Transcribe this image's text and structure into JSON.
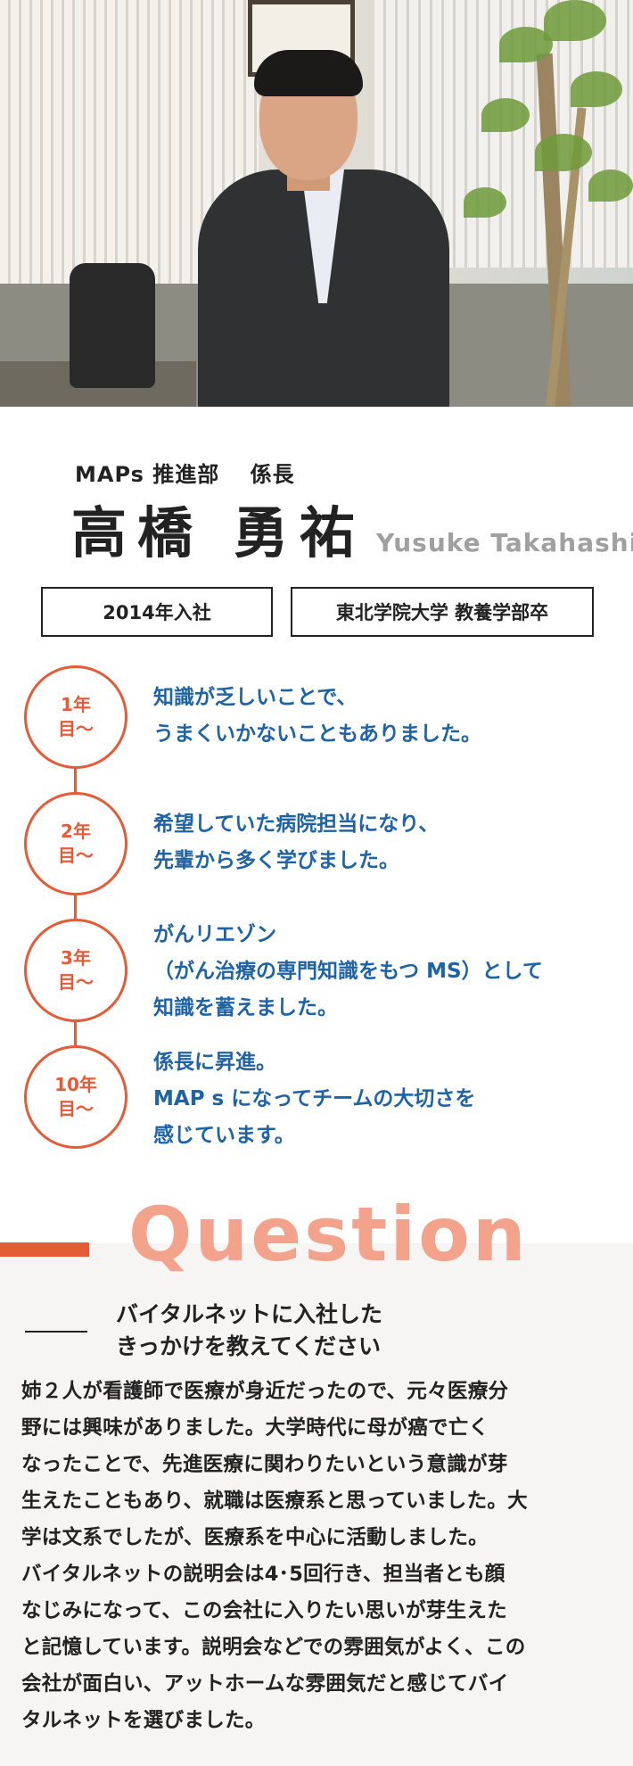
{
  "profile": {
    "department": "MAPs 推進部　 係長",
    "name": "高橋 勇祐",
    "name_roman": "Yusuke Takahashi",
    "joined": "2014年入社",
    "school": "東北学院大学 教養学部卒"
  },
  "timeline": [
    {
      "year": "1年",
      "suffix": "目～",
      "text": "知識が乏しいことで、\nうまくいかないこともありました。"
    },
    {
      "year": "2年",
      "suffix": "目～",
      "text": "希望していた病院担当になり、\n先輩から多く学びました。"
    },
    {
      "year": "3年",
      "suffix": "目～",
      "text": "がんリエゾン\n（がん治療の専門知識をもつ MS）として\n知識を蓄えました。"
    },
    {
      "year": "10年",
      "suffix": "目～",
      "text": "係長に昇進。\nMAP s になってチームの大切さを\n感じています。"
    }
  ],
  "question": {
    "heading": "Question",
    "title": "バイタルネットに入社した\nきっかけを教えてください",
    "answer": "姉２人が看護師で医療が身近だったので、元々医療分\n野には興味がありました。大学時代に母が癌で亡く\nなったことで、先進医療に関わりたいという意識が芽\n生えたこともあり、就職は医療系と思っていました。大\n学は文系でしたが、医療系を中心に活動しました。\nバイタルネットの説明会は4･5回行き、担当者とも顔\nなじみになって、この会社に入りたい思いが芽生えた\nと記憶しています。説明会などでの雰囲気がよく、この\n会社が面白い、アットホームな雰囲気だと感じてバイ\nタルネットを選びました。"
  },
  "colors": {
    "accent": "#e55a37",
    "timeline_text": "#1d63a5",
    "question_heading": "#f3a28b"
  }
}
